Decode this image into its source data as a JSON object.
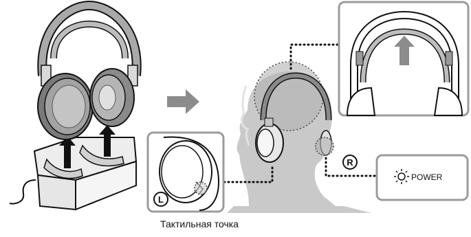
{
  "caption": "Тактильная точка",
  "side_left": "L",
  "side_right": "R",
  "power_label": "POWER",
  "colors": {
    "gray_light": "#c7c7c7",
    "gray_mid": "#9a9a9a",
    "gray_dark": "#3c3c3c",
    "outline": "#111111",
    "arrow": "#8c8c8c",
    "panel_border": "#9b9b9b"
  }
}
